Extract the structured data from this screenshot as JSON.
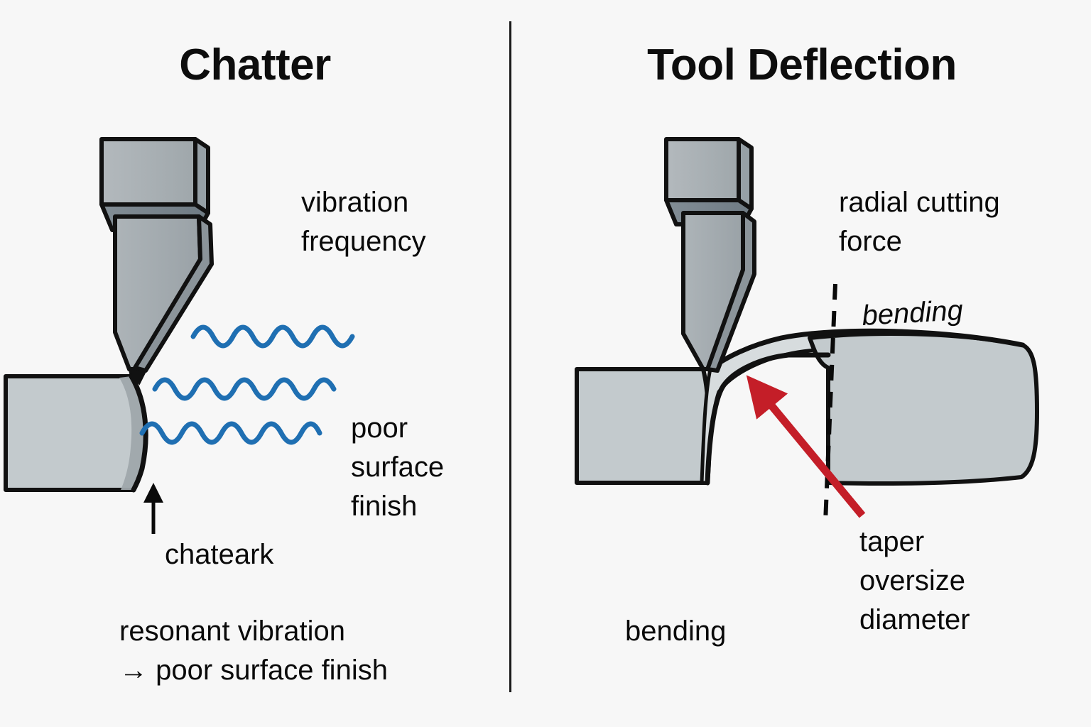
{
  "meta": {
    "background_color": "#f7f7f7",
    "divider_color": "#1a1a1a",
    "tool_body_color": "#a8afb3",
    "tool_shank_color": "#aab1b5",
    "tool_band_color": "#7d888f",
    "workpiece_color": "#c3cacd",
    "outline_color": "#111111",
    "wave_color": "#1f6fb2",
    "arrow_red_color": "#c41e28"
  },
  "panels": {
    "left": {
      "title": "Chatter",
      "labels": {
        "vibration_frequency": "vibration\nfrequency",
        "poor_surface_finish": "poor\nsurface\nfinish",
        "chatter_mark": "chateark",
        "caption": "resonant vibration\n→ poor surface finish"
      },
      "icons": {
        "callout_arrow": "up-arrow-icon",
        "waves": "vibration-wave-icon"
      }
    },
    "right": {
      "title": "Tool Deflection",
      "labels": {
        "radial_cutting_force": "radial cutting\nforce",
        "bending_italic": "bending",
        "taper_oversize_diameter": "taper\noversize\ndiameter",
        "bending_bottom": "bending"
      },
      "icons": {
        "force_arrow": "red-arrow-icon",
        "nominal_line": "dashed-reference-line-icon"
      }
    }
  }
}
